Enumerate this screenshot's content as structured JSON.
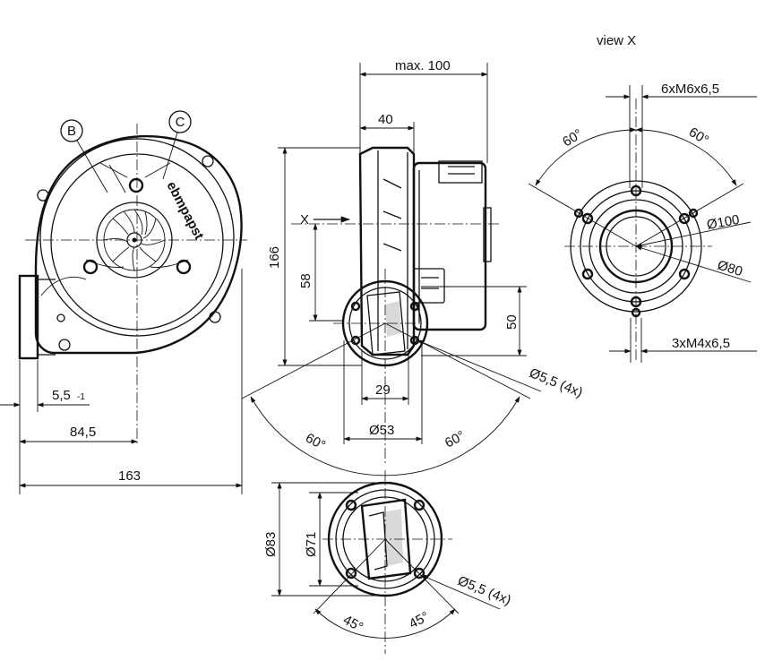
{
  "front_view": {
    "callout_b": "B",
    "callout_c": "C",
    "brand": "ebmpapst",
    "dim_flange": "5,5",
    "dim_flange_tol": "-1",
    "dim_axis": "84,5",
    "dim_width": "163"
  },
  "side_view": {
    "dim_max_depth": "max. 100",
    "dim_40": "40",
    "dim_height": "166",
    "dim_58": "58",
    "dim_50": "50",
    "dim_29": "29",
    "dim_outlet_dia": "Ø53",
    "dim_holes": "Ø5,5 (4x)",
    "angle_left": "60°",
    "angle_right": "60°",
    "view_marker": "X"
  },
  "outlet_view": {
    "dim_83": "Ø83",
    "dim_71": "Ø71",
    "dim_holes": "Ø5,5 (4x)",
    "angle_left": "45°",
    "angle_right": "45°"
  },
  "view_x": {
    "title": "view X",
    "dim_threads_top": "6xM6x6,5",
    "dim_threads_bottom": "3xM4x6,5",
    "angle_left": "60°",
    "angle_right": "60°",
    "dim_100": "Ø100",
    "dim_80": "Ø80"
  }
}
